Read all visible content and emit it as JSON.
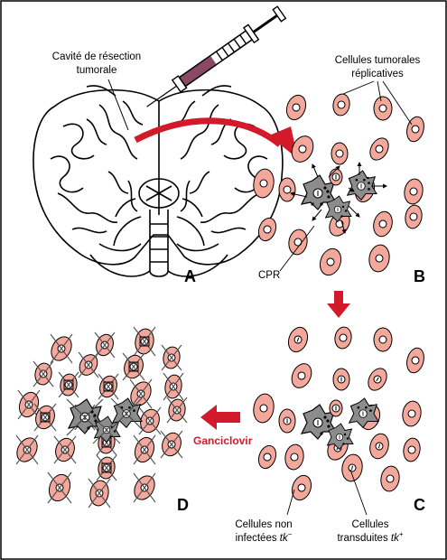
{
  "labels": {
    "cavity_line1": "Cavité de résection",
    "cavity_line2": "tumorale",
    "replicative_line1": "Cellules tumorales",
    "replicative_line2": "réplicatives",
    "cpr": "CPR",
    "drug": "Ganciclovir",
    "noninfected_line1": "Cellules non",
    "noninfected_line2": "infectées ",
    "noninfected_gene": "tk",
    "noninfected_sup": "−",
    "transduced_line1": "Cellules",
    "transduced_line2": "transduites ",
    "transduced_gene": "tk",
    "transduced_sup": "+"
  },
  "panels": {
    "a": "A",
    "b": "B",
    "c": "C",
    "d": "D"
  },
  "colors": {
    "cell_fill": "#f4a89c",
    "cell_nucleus": "#ffffff",
    "arrow_red": "#d11a2a",
    "syringe_fluid": "#8a4a66",
    "producer_fill": "#8c8c8c",
    "outline": "#000000"
  }
}
